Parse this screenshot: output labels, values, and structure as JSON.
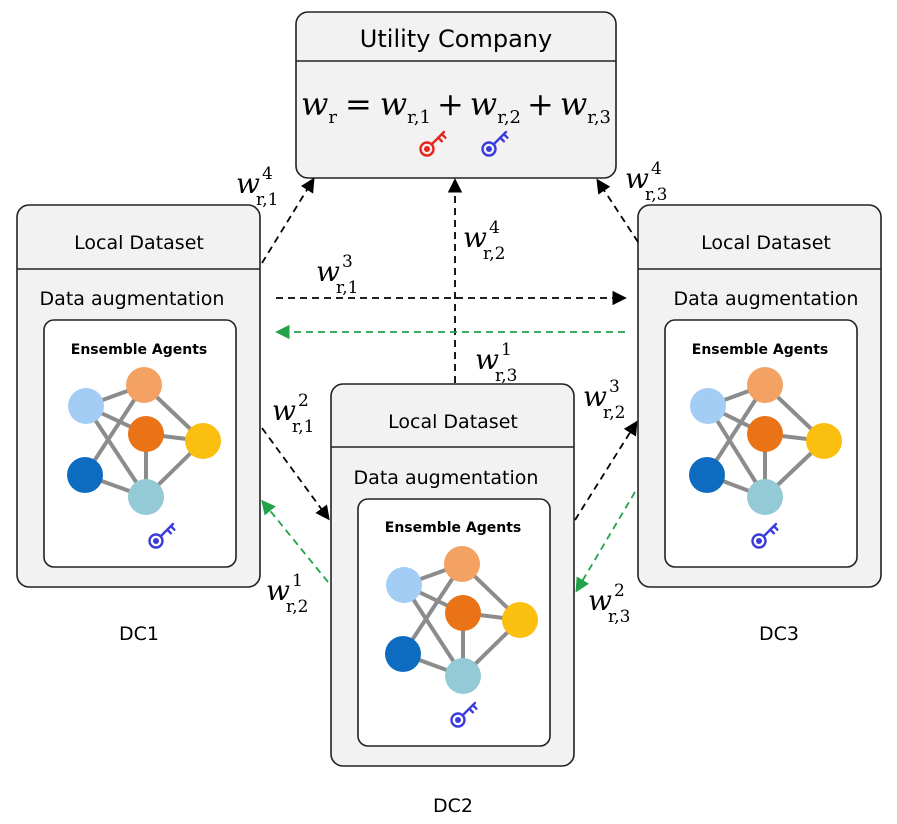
{
  "utility": {
    "title": "Utility Company",
    "formula": {
      "lhs": "w",
      "lhs_sub": "r",
      "terms": [
        {
          "base": "w",
          "sub": "r,1"
        },
        {
          "base": "w",
          "sub": "r,2"
        },
        {
          "base": "w",
          "sub": "r,3"
        }
      ],
      "eq": "=",
      "plus": "+"
    },
    "keys": [
      {
        "icon": "key-icon",
        "color": "#e8241e"
      },
      {
        "icon": "key-icon",
        "color": "#3b3be0"
      }
    ]
  },
  "dcs": [
    {
      "label": "DC1",
      "header": "Local Dataset",
      "augmentation": "Data augmentation",
      "agents_title": "Ensemble Agents"
    },
    {
      "label": "DC2",
      "header": "Local Dataset",
      "augmentation": "Data augmentation",
      "agents_title": "Ensemble Agents"
    },
    {
      "label": "DC3",
      "header": "Local Dataset",
      "augmentation": "Data augmentation",
      "agents_title": "Ensemble Agents"
    }
  ],
  "network_colors": {
    "light_blue": "#a3cdf5",
    "light_orange": "#f3a263",
    "dark_orange": "#e97316",
    "yellow": "#fbbf0f",
    "dark_blue": "#0e6cc0",
    "teal": "#93cad6",
    "edge": "#8c8c8c"
  },
  "arrow_colors": {
    "share": "#000000",
    "return": "#22a34a"
  },
  "weights": [
    {
      "id": "w_r1_4",
      "base": "w",
      "sub": "r,1",
      "sup": "4"
    },
    {
      "id": "w_r2_4",
      "base": "w",
      "sub": "r,2",
      "sup": "4"
    },
    {
      "id": "w_r3_4",
      "base": "w",
      "sub": "r,3",
      "sup": "4"
    },
    {
      "id": "w_r1_3",
      "base": "w",
      "sub": "r,1",
      "sup": "3"
    },
    {
      "id": "w_r3_1",
      "base": "w",
      "sub": "r,3",
      "sup": "1"
    },
    {
      "id": "w_r1_2",
      "base": "w",
      "sub": "r,1",
      "sup": "2"
    },
    {
      "id": "w_r2_3",
      "base": "w",
      "sub": "r,2",
      "sup": "3"
    },
    {
      "id": "w_r2_1",
      "base": "w",
      "sub": "r,2",
      "sup": "1"
    },
    {
      "id": "w_r3_2",
      "base": "w",
      "sub": "r,3",
      "sup": "2"
    }
  ]
}
